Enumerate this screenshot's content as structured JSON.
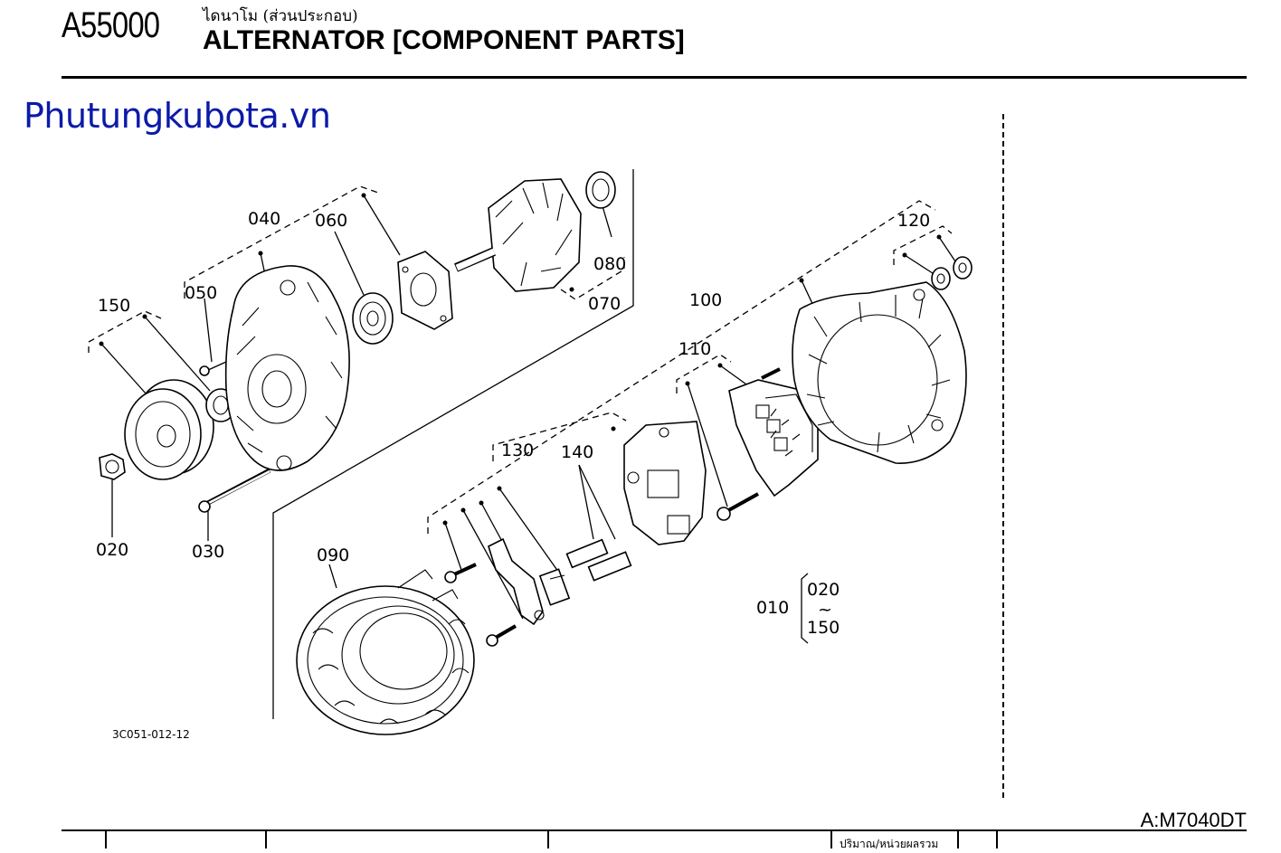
{
  "header": {
    "code": "A55000",
    "title_th": "ไดนาโม (ส่วนประกอบ)",
    "title_en": "ALTERNATOR [COMPONENT PARTS]"
  },
  "watermark": "Phutungkubota.vn",
  "diagram": {
    "drawing_id": "3C051-012-12",
    "labels": {
      "p010": "010",
      "p020": "020",
      "p030": "030",
      "p040": "040",
      "p050": "050",
      "p060": "060",
      "p070": "070",
      "p080": "080",
      "p090": "090",
      "p100": "100",
      "p110": "110",
      "p120": "120",
      "p130": "130",
      "p140": "140",
      "p150": "150",
      "range_from": "020",
      "range_sep": "~",
      "range_to": "150"
    }
  },
  "footer": {
    "model": "A:M7040DT",
    "qty_header": "ปริมาณ/หน่วยผลรวม"
  }
}
